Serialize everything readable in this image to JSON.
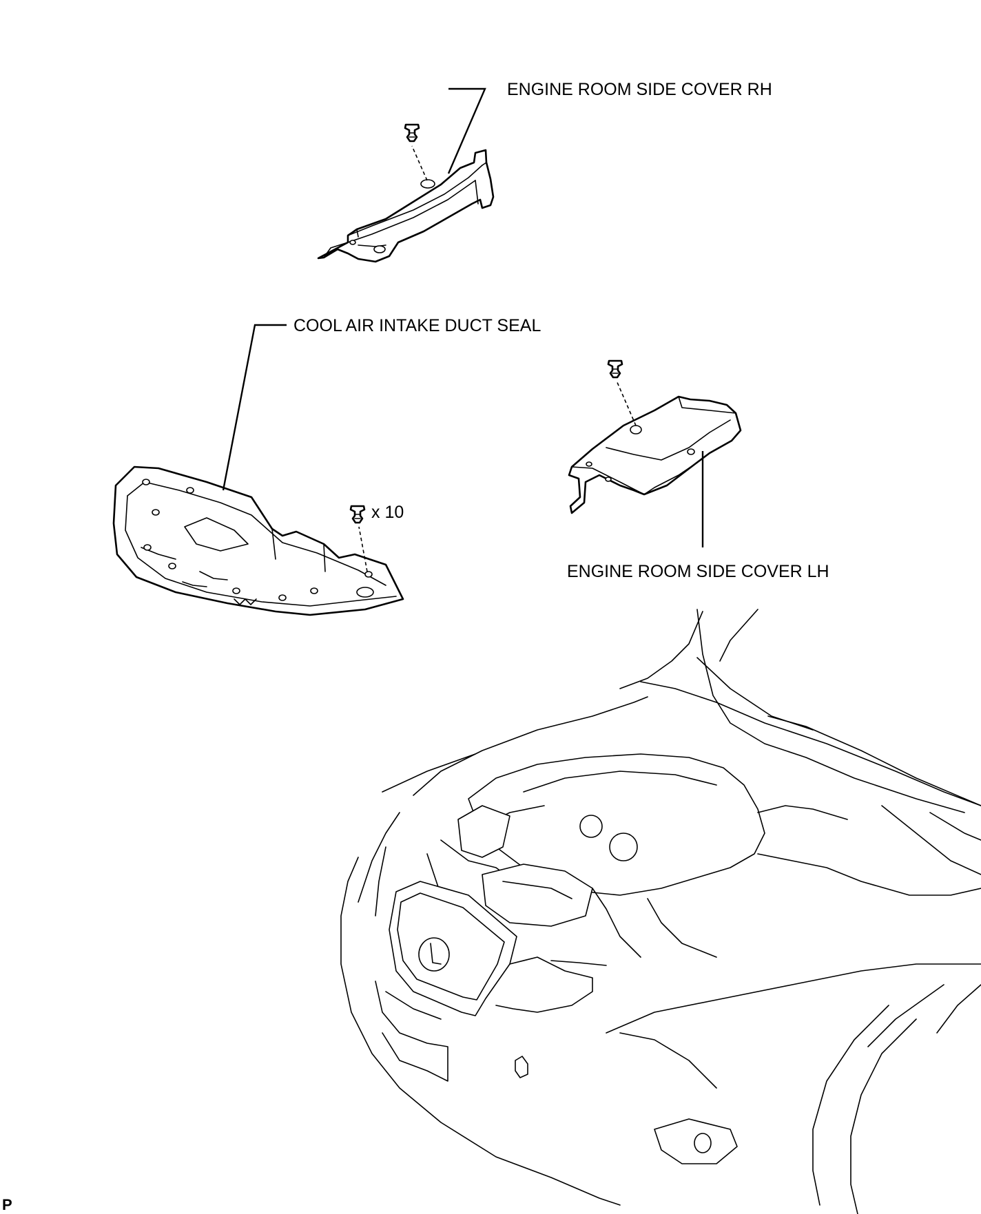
{
  "labels": {
    "rh_cover": "ENGINE ROOM SIDE COVER RH",
    "duct_seal": "COOL AIR INTAKE DUCT SEAL",
    "lh_cover": "ENGINE ROOM SIDE COVER LH",
    "clip_count": "x 10"
  },
  "corner_mark": "P",
  "icons": [
    "clip-icon",
    "clip-icon",
    "clip-icon"
  ],
  "colors": {
    "line": "#000000",
    "background": "#ffffff"
  }
}
